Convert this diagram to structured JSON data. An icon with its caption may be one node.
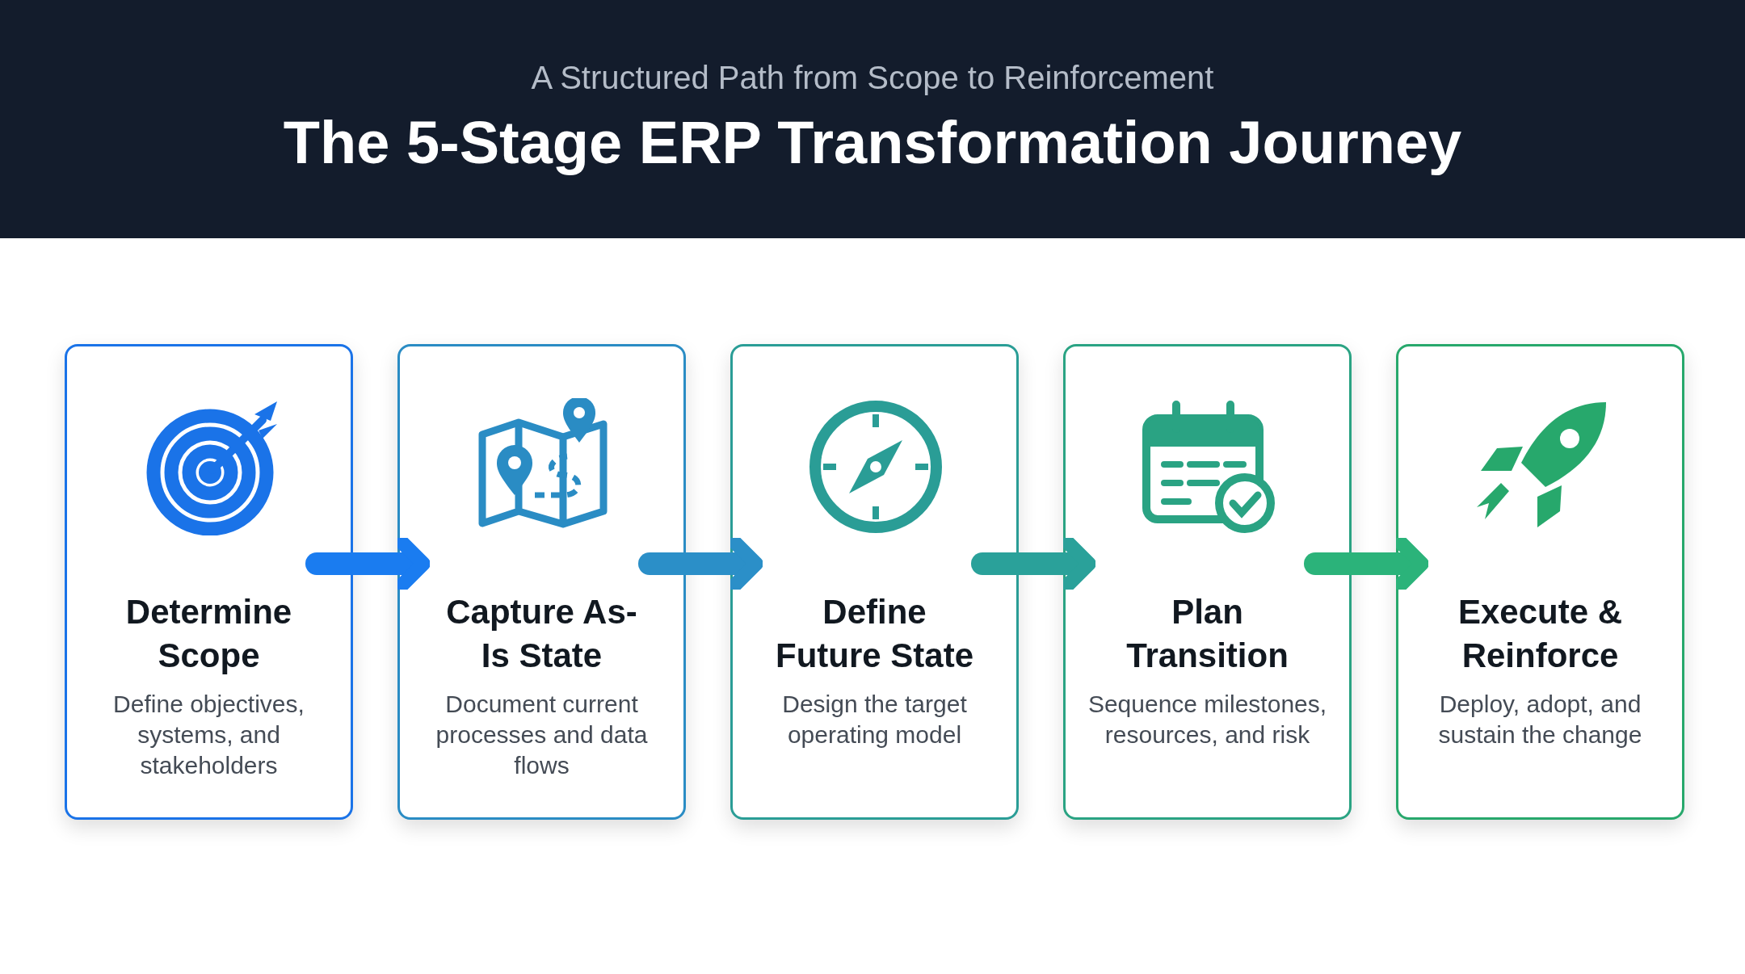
{
  "diagram": {
    "title": "The 5-Stage ERP Transformation Journey",
    "nodes": [
      {
        "text": [
          "Determine Scope",
          "Define objectives, systems, and stakeholders"
        ]
      },
      {
        "text": [
          "Capture As-Is State",
          "Document current processes and data flows"
        ]
      },
      {
        "text": [
          "Define Future State",
          "Design the target operating model"
        ]
      },
      {
        "text": [
          "Plan Transition",
          "Sequence milestones, resources, and risk"
        ]
      },
      {
        "text": [
          "Execute & Reinforce",
          "Deploy, adopt, and sustain the change"
        ]
      }
    ],
    "edges": [
      {
        "from": 0,
        "to": 1,
        "arrow": "to",
        "color": "#1a7cf0"
      },
      {
        "from": 1,
        "to": 2,
        "arrow": "to",
        "color": "#2b8fc8"
      },
      {
        "from": 2,
        "to": 3,
        "arrow": "to",
        "color": "#2aa19a"
      },
      {
        "from": 3,
        "to": 4,
        "arrow": "to",
        "color": "#2bb37a"
      }
    ],
    "labels": [
      "A Structured Path from Scope to Reinforcement"
    ]
  }
}
